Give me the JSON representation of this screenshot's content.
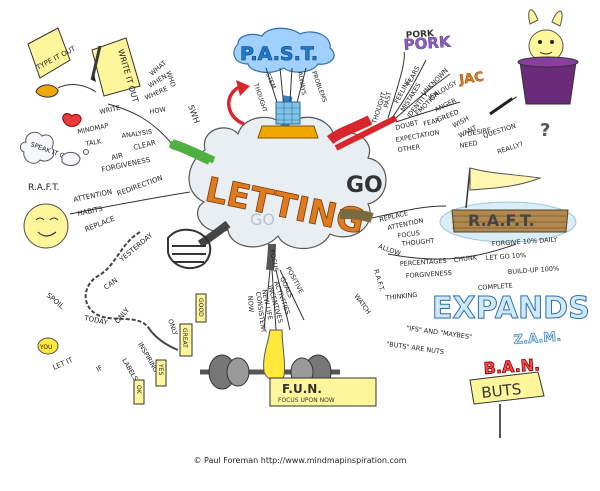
{
  "center": {
    "word1": "LETTING",
    "word2": "GO",
    "watermark": "GO"
  },
  "top": {
    "past": "P.A.S.T.",
    "stems": [
      "STEM",
      "THOUGHT",
      "ALWAYS",
      "PROBLEMS"
    ]
  },
  "upper_right": {
    "pork": "PORK",
    "jac": "JAC",
    "words": [
      "PAST",
      "THOUGHT",
      "FEELING",
      "FEARS",
      "MISTAKES",
      "IDENTITY",
      "EMOTION",
      "UNKNOWN",
      "JEALOUSY",
      "ANGER",
      "GREED",
      "DOUBT",
      "FEAR",
      "EXPECTATION",
      "OTHER",
      "WISH",
      "WANT",
      "DESIRE",
      "NEED",
      "QUESTION",
      "REALLY?"
    ]
  },
  "right": {
    "raft": "R.A.F.T.",
    "replace": [
      "REPLACE",
      "ATTENTION",
      "FOCUS",
      "THOUGHT"
    ],
    "allow": "ALLOW",
    "pf": [
      "PERCENTAGES",
      "CHUNK",
      "FORGIVENESS"
    ],
    "forgive": [
      "FORGIVE 10% DAILY",
      "LET GO 10%",
      "BUILD-UP 100%",
      "COMPLETE"
    ],
    "expands": "EXPANDS",
    "thinking": [
      "R.A.F.T.",
      "THINKING"
    ],
    "watch": [
      "WATCH",
      "\"IFS\" AND \"MAYBES\"",
      "\"BUTS\" ARE NUTS"
    ],
    "zam": "Z.A.M.",
    "ban": "B.A.N.",
    "buts": "BUTS"
  },
  "bottom": {
    "fun": "F.U.N.",
    "fun_sub": "FOCUS UPON NOW",
    "stems": [
      "FOCUS",
      "POSITIVE",
      "GOALS",
      "ACTIVITIES",
      "INCENTIVES",
      "NEW LIFE",
      "CONSISTENT",
      "NOW"
    ]
  },
  "left": {
    "type": "TYPE IT OUT",
    "write": "WRITE IT OUT",
    "wh": [
      "WHO",
      "WHAT",
      "WHEN",
      "WHERE",
      "HOW"
    ],
    "swhs": "5WH",
    "lw": [
      "WRITE",
      "MINDMAP",
      "TALK",
      "ANALYSIS"
    ],
    "speak": "SPEAK IT OUT",
    "air": [
      "AIR",
      "CLEAR",
      "FORGIVENESS"
    ],
    "raft": "R.A.F.T.",
    "arr": [
      "ATTENTION",
      "HABITS",
      "REPLACE",
      "REDIRECTION"
    ]
  },
  "lower_left": {
    "chain": [
      "YESTERDAY",
      "CAN",
      "ONLY",
      "SPOIL",
      "YOU",
      "TODAY",
      "LET IT",
      "IF"
    ],
    "tags": [
      "GOOD",
      "GREAT",
      "ONLY",
      "INSPIRING",
      "YES",
      "LABELS",
      "OK"
    ]
  },
  "footer": "© Paul Foreman http://www.mindmapinspiration.com",
  "colors": {
    "ink": "#222222",
    "orange": "#e07a1e",
    "blue": "#2f8fd0",
    "red": "#d8262c",
    "green": "#4fb040",
    "yellow": "#ffe83a",
    "purple": "#8c5cc4",
    "cloud": "#e9eef3"
  }
}
